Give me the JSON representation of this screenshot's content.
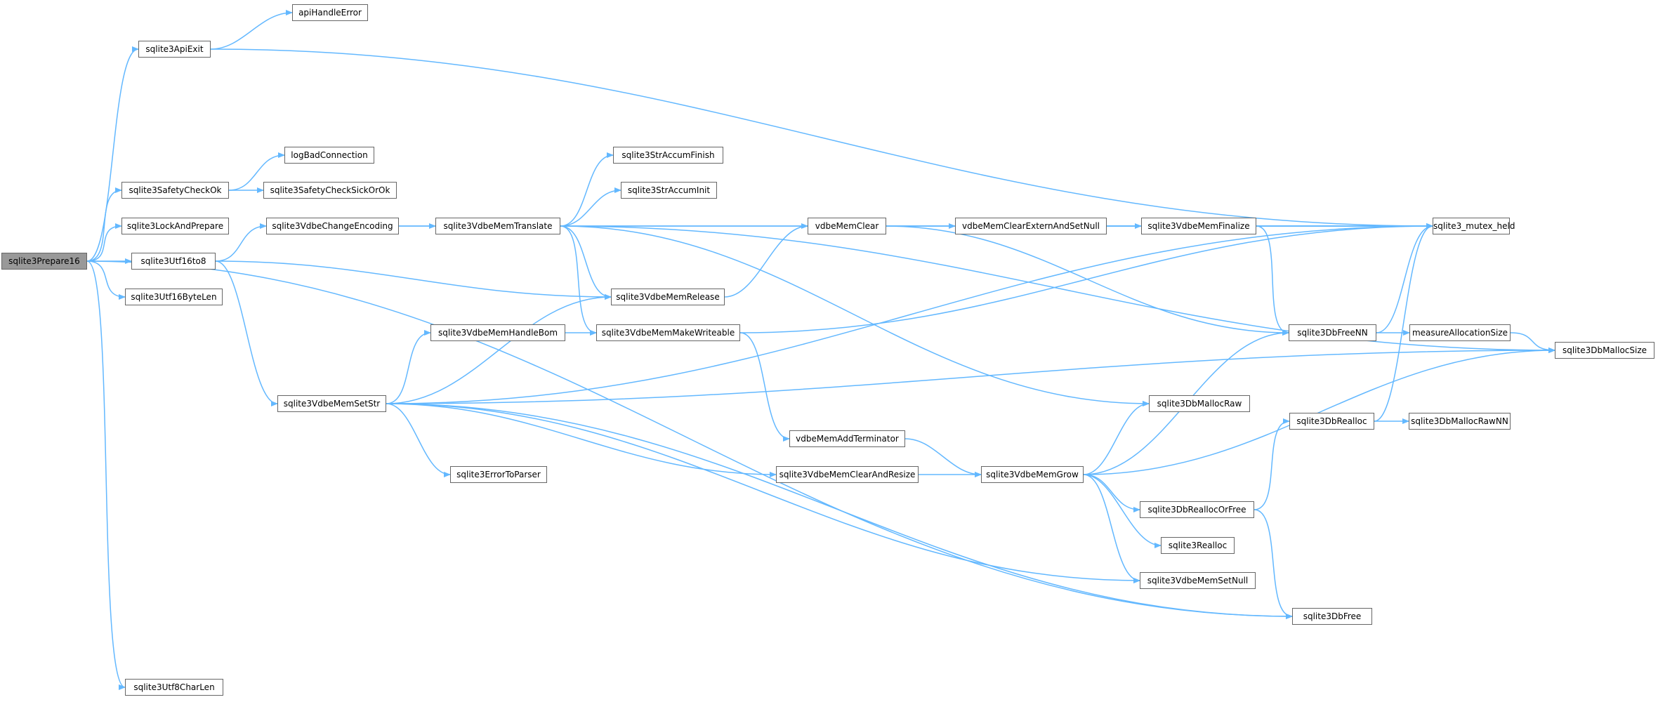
{
  "colors": {
    "edge": "#63b8ff",
    "node_border": "#666666",
    "root_fill": "#999999"
  },
  "nodes": [
    {
      "id": "prep16",
      "label": "sqlite3Prepare16",
      "root": true
    },
    {
      "id": "apiexit",
      "label": "sqlite3ApiExit"
    },
    {
      "id": "apierr",
      "label": "apiHandleError"
    },
    {
      "id": "safety",
      "label": "sqlite3SafetyCheckOk"
    },
    {
      "id": "logbad",
      "label": "logBadConnection"
    },
    {
      "id": "sickok",
      "label": "sqlite3SafetyCheckSickOrOk"
    },
    {
      "id": "lockprep",
      "label": "sqlite3LockAndPrepare"
    },
    {
      "id": "utf16to8",
      "label": "sqlite3Utf16to8"
    },
    {
      "id": "utf16len",
      "label": "sqlite3Utf16ByteLen"
    },
    {
      "id": "utf8len",
      "label": "sqlite3Utf8CharLen"
    },
    {
      "id": "chgenc",
      "label": "sqlite3VdbeChangeEncoding"
    },
    {
      "id": "memtrans",
      "label": "sqlite3VdbeMemTranslate"
    },
    {
      "id": "accfin",
      "label": "sqlite3StrAccumFinish"
    },
    {
      "id": "accinit",
      "label": "sqlite3StrAccumInit"
    },
    {
      "id": "memrel",
      "label": "sqlite3VdbeMemRelease"
    },
    {
      "id": "handlebom",
      "label": "sqlite3VdbeMemHandleBom"
    },
    {
      "id": "makewr",
      "label": "sqlite3VdbeMemMakeWriteable"
    },
    {
      "id": "setstr",
      "label": "sqlite3VdbeMemSetStr"
    },
    {
      "id": "errparser",
      "label": "sqlite3ErrorToParser"
    },
    {
      "id": "memclear",
      "label": "vdbeMemClear"
    },
    {
      "id": "clrext",
      "label": "vdbeMemClearExternAndSetNull"
    },
    {
      "id": "memfin",
      "label": "sqlite3VdbeMemFinalize"
    },
    {
      "id": "mutex",
      "label": "sqlite3_mutex_held"
    },
    {
      "id": "freenn",
      "label": "sqlite3DbFreeNN"
    },
    {
      "id": "measure",
      "label": "measureAllocationSize"
    },
    {
      "id": "msize",
      "label": "sqlite3DbMallocSize"
    },
    {
      "id": "mraw",
      "label": "sqlite3DbMallocRaw"
    },
    {
      "id": "addterm",
      "label": "vdbeMemAddTerminator"
    },
    {
      "id": "clrresize",
      "label": "sqlite3VdbeMemClearAndResize"
    },
    {
      "id": "memgrow",
      "label": "sqlite3VdbeMemGrow"
    },
    {
      "id": "realloc",
      "label": "sqlite3DbRealloc"
    },
    {
      "id": "mrawnn",
      "label": "sqlite3DbMallocRawNN"
    },
    {
      "id": "reallocfree",
      "label": "sqlite3DbReallocOrFree"
    },
    {
      "id": "srealloc",
      "label": "sqlite3Realloc"
    },
    {
      "id": "setnull",
      "label": "sqlite3VdbeMemSetNull"
    },
    {
      "id": "dbfree",
      "label": "sqlite3DbFree"
    }
  ]
}
